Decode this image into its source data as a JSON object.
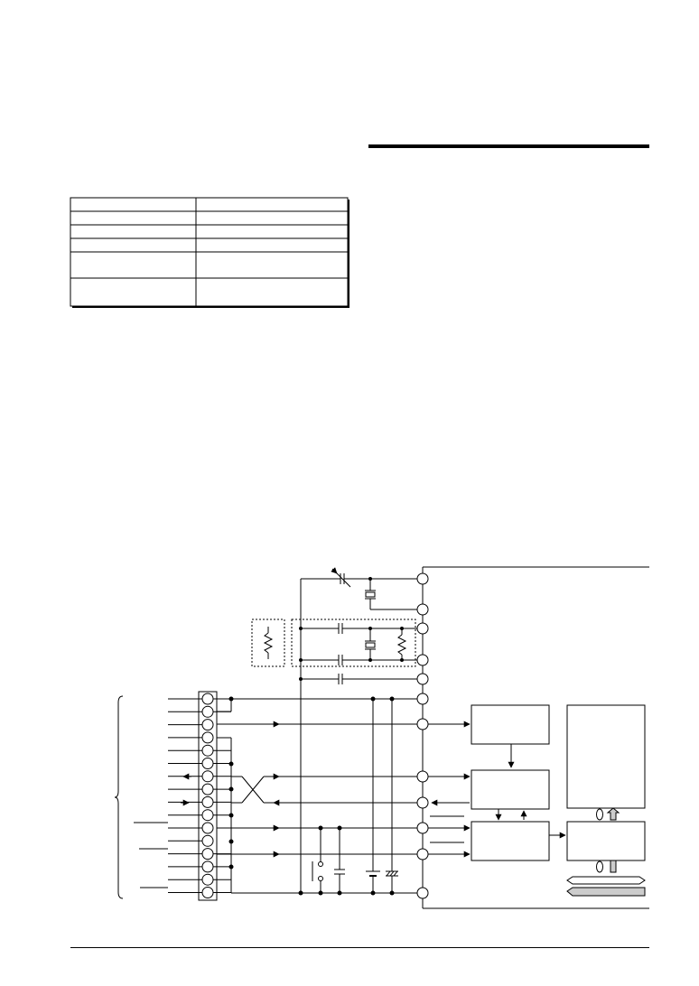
{
  "document": {
    "spec_table": {
      "rows": 6,
      "columns": 2
    },
    "figure": {
      "connector": {
        "pins": 16
      },
      "blocks": 5
    }
  }
}
